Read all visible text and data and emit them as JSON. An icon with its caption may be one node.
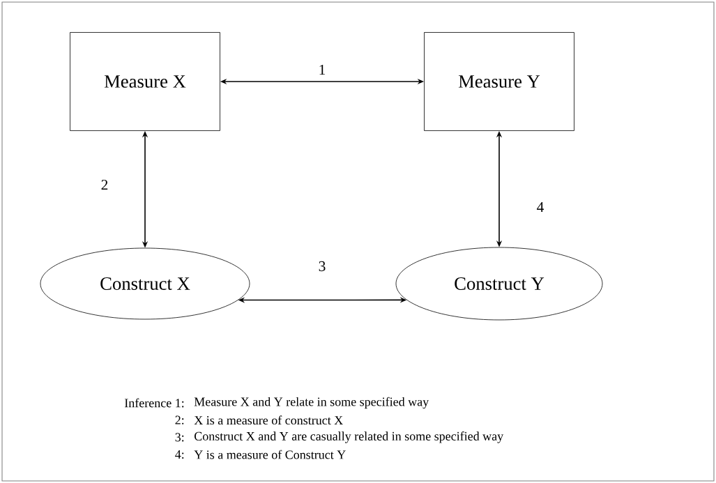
{
  "diagram": {
    "nodes": [
      {
        "text": [
          "Measure X"
        ]
      },
      {
        "text": [
          "Measure Y"
        ]
      },
      {
        "text": [
          "Construct X"
        ]
      },
      {
        "text": [
          "Construct Y"
        ]
      }
    ],
    "edges": [
      {
        "from": 0,
        "to": 1,
        "arrow": "both",
        "label": "1"
      },
      {
        "from": 0,
        "to": 2,
        "arrow": "both",
        "label": "2"
      },
      {
        "from": 2,
        "to": 3,
        "arrow": "both",
        "label": "3"
      },
      {
        "from": 1,
        "to": 3,
        "arrow": "both",
        "label": "4"
      }
    ],
    "labels": [
      "Inference 1:",
      "Measure X and Y relate in some specified way",
      "2:",
      "X is a measure of construct X",
      "3:",
      "Construct X and Y are casually related in some specified way",
      "4:",
      "Y is a measure of Construct Y"
    ]
  }
}
